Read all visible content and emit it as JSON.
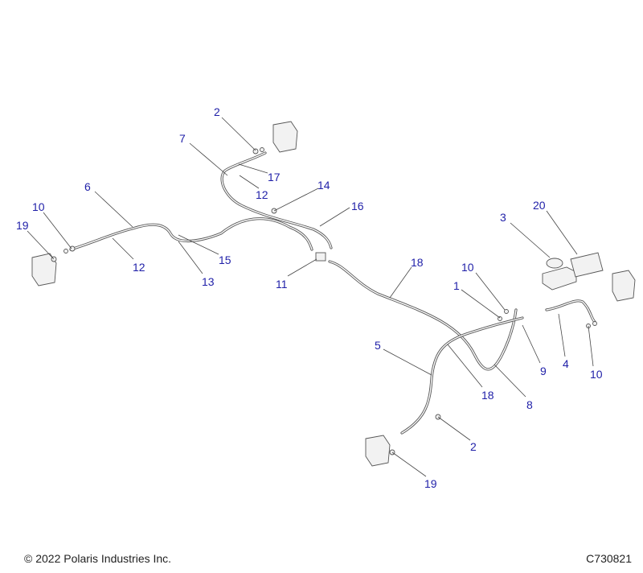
{
  "diagram": {
    "callouts": {
      "c2a": "2",
      "c7": "7",
      "c17": "17",
      "c12a": "12",
      "c14": "14",
      "c16": "16",
      "c6": "6",
      "c10a": "10",
      "c19a": "19",
      "c12b": "12",
      "c15": "15",
      "c13": "13",
      "c11": "11",
      "c18a": "18",
      "c3": "3",
      "c20": "20",
      "c10b": "10",
      "c1": "1",
      "c5": "5",
      "c18b": "18",
      "c9": "9",
      "c4": "4",
      "c10c": "10",
      "c8": "8",
      "c2b": "2",
      "c19b": "19"
    },
    "colors": {
      "callout": "#1f1fa8",
      "hose": "#555555"
    }
  },
  "footer": {
    "copyright": "© 2022 Polaris Industries Inc.",
    "code": "C730821"
  }
}
